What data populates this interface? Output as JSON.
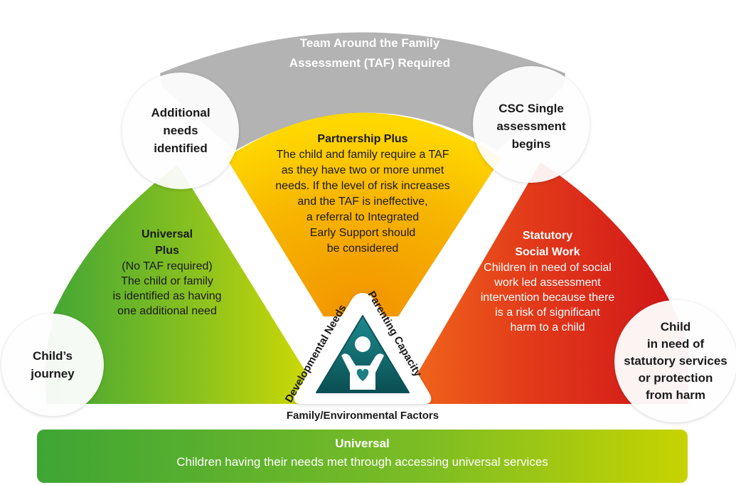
{
  "taf": {
    "line1": "Team Around the Family",
    "line2": "Assessment (TAF)  Required"
  },
  "circles": {
    "additional_needs": [
      "Additional",
      "needs",
      "identified"
    ],
    "csc_single": [
      "CSC Single",
      "assessment",
      "begins"
    ],
    "childs_journey": [
      "Child’s",
      "journey"
    ],
    "child_statutory": [
      "Child",
      "in need of",
      "statutory services",
      "or protection",
      "from harm"
    ]
  },
  "universal_plus": {
    "title1": "Universal",
    "title2": "Plus",
    "body": [
      "(No TAF required)",
      "The child or family",
      "is identified as having",
      "one additional need"
    ]
  },
  "partnership_plus": {
    "title": "Partnership Plus",
    "body": [
      "The child and family require a TAF",
      "as they have two or more unmet",
      "needs. If the level of risk increases",
      "and the TAF is ineffective,",
      "a referral to Integrated",
      "Early Support should",
      "be considered"
    ]
  },
  "statutory": {
    "title1": "Statutory",
    "title2": "Social Work",
    "body": [
      "Children in need of social",
      "work led assessment",
      "intervention because there",
      "is a risk of significant",
      "harm to a child"
    ]
  },
  "triangle": {
    "left": "Developmental Needs",
    "right": "Parenting Capacity",
    "bottom": "Family/Environmental Factors"
  },
  "universal_bar": {
    "title": "Universal",
    "body": "Children having their needs met through accessing universal services"
  },
  "icons": [
    "child-heart-icon"
  ],
  "colors": {
    "grey_band": "#b5b5b5",
    "green": "#3fa535",
    "yellow_green": "#d6db00",
    "orange": "#f29400",
    "yellow": "#ffd200",
    "red": "#d7141c",
    "orange_red": "#f26522",
    "teal": "#0f5f63"
  }
}
